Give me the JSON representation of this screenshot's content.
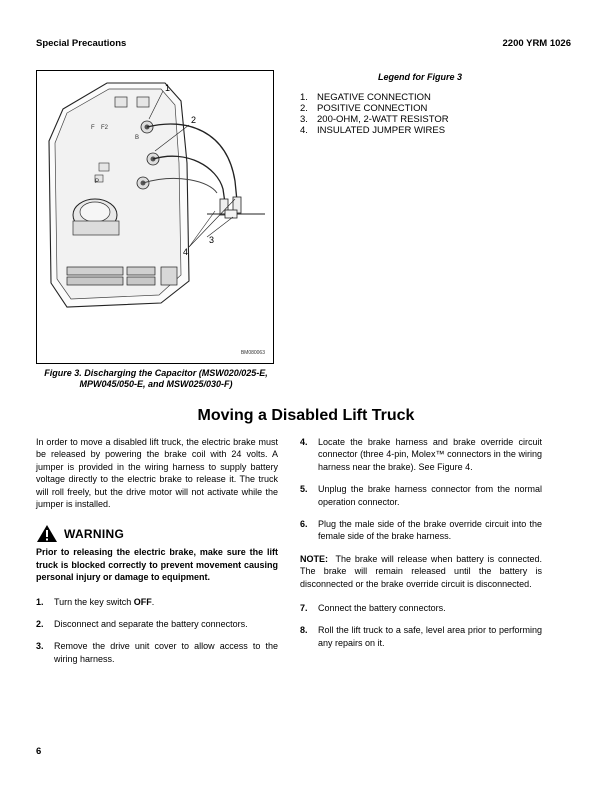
{
  "header": {
    "left": "Special Precautions",
    "right": "2200 YRM 1026"
  },
  "figure": {
    "callouts": [
      "1",
      "2",
      "3",
      "4"
    ],
    "panel_labels": {
      "f": "F",
      "f2": "F2 ",
      "b": "B",
      "p": "P"
    },
    "image_id": "BM080063",
    "caption": "Figure 3. Discharging the Capacitor (MSW020/025-E, MPW045/050-E, and MSW025/030-F)"
  },
  "legend": {
    "title": "Legend for Figure 3",
    "items": [
      {
        "num": "1.",
        "text": "NEGATIVE CONNECTION"
      },
      {
        "num": "2.",
        "text": "POSITIVE CONNECTION"
      },
      {
        "num": "3.",
        "text": "200-OHM, 2-WATT RESISTOR"
      },
      {
        "num": "4.",
        "text": "INSULATED JUMPER WIRES"
      }
    ]
  },
  "section": {
    "title": "Moving a Disabled Lift Truck",
    "intro": "In order to move a disabled lift truck, the electric brake must be released by powering the brake coil with 24 volts. A jumper is provided in the wiring harness to supply battery voltage directly to the electric brake to release it. The truck will roll freely, but the drive motor will not activate while the jumper is installed.",
    "warning": {
      "title": "WARNING",
      "text": "Prior to releasing the electric brake, make sure the lift truck is blocked correctly to prevent movement causing personal injury or damage to equipment."
    },
    "steps_left": [
      {
        "num": "1.",
        "pre": "Turn the key switch ",
        "bold": "OFF",
        "post": "."
      },
      {
        "num": "2.",
        "pre": "Disconnect and separate the battery connectors.",
        "bold": "",
        "post": ""
      },
      {
        "num": "3.",
        "pre": "Remove the drive unit cover to allow access to the wiring harness.",
        "bold": "",
        "post": ""
      }
    ],
    "steps_right_a": [
      {
        "num": "4.",
        "text": "Locate the brake harness and brake override circuit connector (three 4-pin, Molex™ connectors in the wiring harness near the brake). See Figure 4."
      },
      {
        "num": "5.",
        "text": "Unplug the brake harness connector from the normal operation connector."
      },
      {
        "num": "6.",
        "text": "Plug the male side of the brake override circuit into the female side of the brake harness."
      }
    ],
    "note": {
      "label": "NOTE:",
      "text": "The brake will release when battery is connected. The brake will remain released until the battery is disconnected or the brake override circuit is disconnected."
    },
    "steps_right_b": [
      {
        "num": "7.",
        "text": "Connect the battery connectors."
      },
      {
        "num": "8.",
        "text": "Roll the lift truck to a safe, level area prior to performing any repairs on it."
      }
    ]
  },
  "page_number": "6"
}
